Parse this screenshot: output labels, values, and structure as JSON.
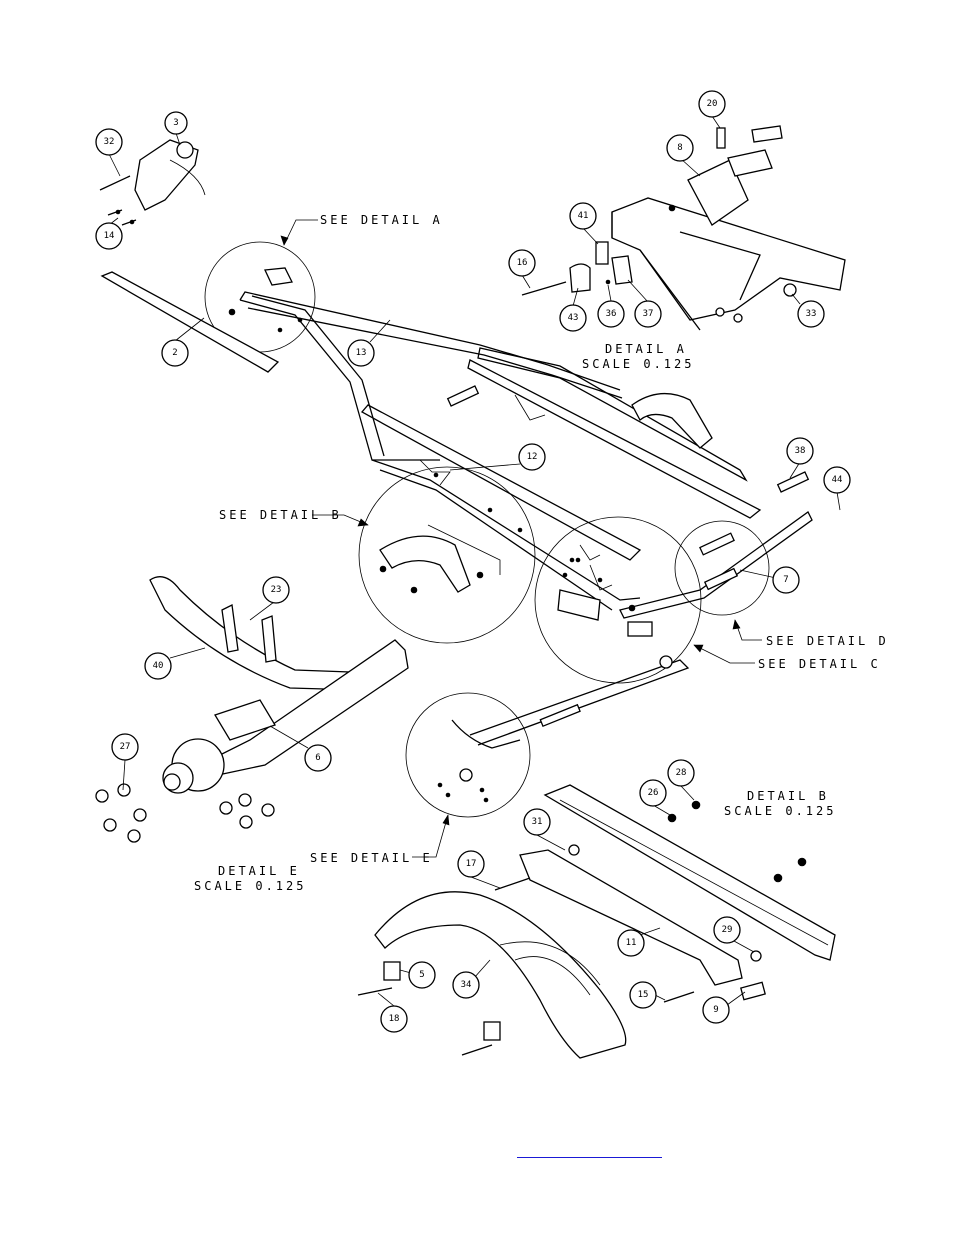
{
  "callouts": [
    "32",
    "3",
    "14",
    "20",
    "8",
    "41",
    "16",
    "43",
    "36",
    "37",
    "33",
    "2",
    "13",
    "12",
    "38",
    "44",
    "7",
    "23",
    "40",
    "6",
    "27",
    "28",
    "26",
    "31",
    "17",
    "11",
    "29",
    "5",
    "34",
    "18",
    "15",
    "9"
  ],
  "notes": {
    "see_detail_a": "SEE DETAIL A",
    "see_detail_b": "SEE DETAIL B",
    "see_detail_c": "SEE DETAIL C",
    "see_detail_d": "SEE DETAIL D",
    "see_detail_e": "SEE DETAIL E",
    "detail_a": "DETAIL A",
    "detail_a_scale": "SCALE 0.125",
    "detail_b": "DETAIL B",
    "detail_b_scale": "SCALE 0.125",
    "detail_e": "DETAIL E",
    "detail_e_scale": "SCALE 0.125"
  },
  "colors": {
    "line": "#000000",
    "background": "#ffffff",
    "link": "#1a1ad6"
  }
}
